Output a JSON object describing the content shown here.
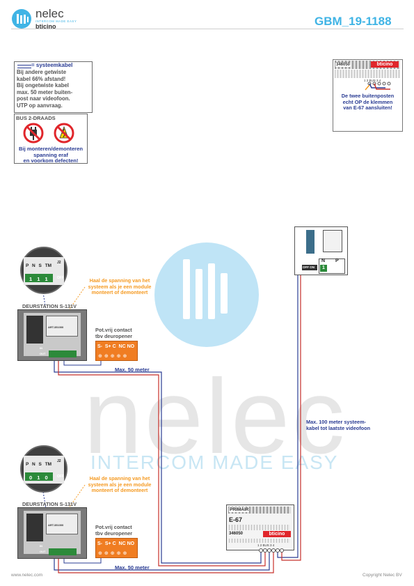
{
  "header": {
    "brand": "nelec",
    "brand_tagline": "INTERCOM MADE EASY",
    "brand_sub": "bticino",
    "doc_code": "GBM_19-1188",
    "accent_color": "#40b4e5"
  },
  "legend_box": {
    "cable_label": "= systeemkabel",
    "lines": [
      "Bij andere getwiste",
      "kabel 66% afstand!",
      "Bij ongetwiste kabel",
      "max. 50 meter buiten-",
      "post naar videofoon.",
      "UTP op aanvraag."
    ]
  },
  "bus_box": {
    "title": "BUS 2-DRAADS",
    "warning_lines": [
      "Bij monteren/demonteren",
      "spanning eraf",
      "en voorkom defecten!"
    ]
  },
  "top_module": {
    "code": "346050",
    "brand": "bticino",
    "terminals": "1 2  BUS  3 4",
    "note_lines": [
      "De twee buitenposten",
      "echt OP de klemmen",
      "van E-67 aansluiten!"
    ]
  },
  "door_station_1": {
    "title": "DEURSTATION S-131V",
    "terminal_labels": [
      "P",
      "N",
      "S",
      "TM",
      "J2"
    ],
    "terminal_values": [
      "1",
      "1",
      "1"
    ],
    "jumper": "OFF",
    "model": "ART.351000",
    "port_in": "IN",
    "port_out": "OUT",
    "warning_lines": [
      "Haal de spanning van het",
      "systeem als je een module",
      "monteert of demonteert"
    ],
    "relay_title_lines": [
      "Pot.vrij contact",
      "tbv deuropener"
    ],
    "relay_terminals": "S-  S+ C  NC NO",
    "distance": "Max. 50 meter"
  },
  "door_station_2": {
    "title": "DEURSTATION S-131V",
    "terminal_labels": [
      "P",
      "N",
      "S",
      "TM",
      "J2"
    ],
    "terminal_values": [
      "0",
      "1",
      "0"
    ],
    "jumper": "OFF",
    "model": "ART.351000",
    "port_in": "IN",
    "port_out": "OUT",
    "warning_lines": [
      "Haal de spanning van het",
      "systeem als je een module",
      "monteert of demonteert"
    ],
    "relay_title_lines": [
      "Pot.vrij contact",
      "tbv deuropener"
    ],
    "relay_terminals": "S-  S+ C  NC NO",
    "distance": "Max. 50 meter"
  },
  "videophone": {
    "switch_label": "OFF ON",
    "terminal_labels": [
      "N",
      "P"
    ],
    "terminal_value": "1"
  },
  "distance_note_lines": [
    "Max. 100 meter systeem-",
    "kabel tot laatste videofoon"
  ],
  "power_supply": {
    "primary_label": "PRIMAIR",
    "model": "E-67",
    "code": "346050",
    "brand": "bticino",
    "terminals": "1 2  BUS  3 4"
  },
  "watermark": {
    "word": "nelec",
    "tagline": "INTERCOM MADE EASY"
  },
  "footer": {
    "left": "www.nelec.com",
    "right": "Copyright Nelec BV"
  }
}
